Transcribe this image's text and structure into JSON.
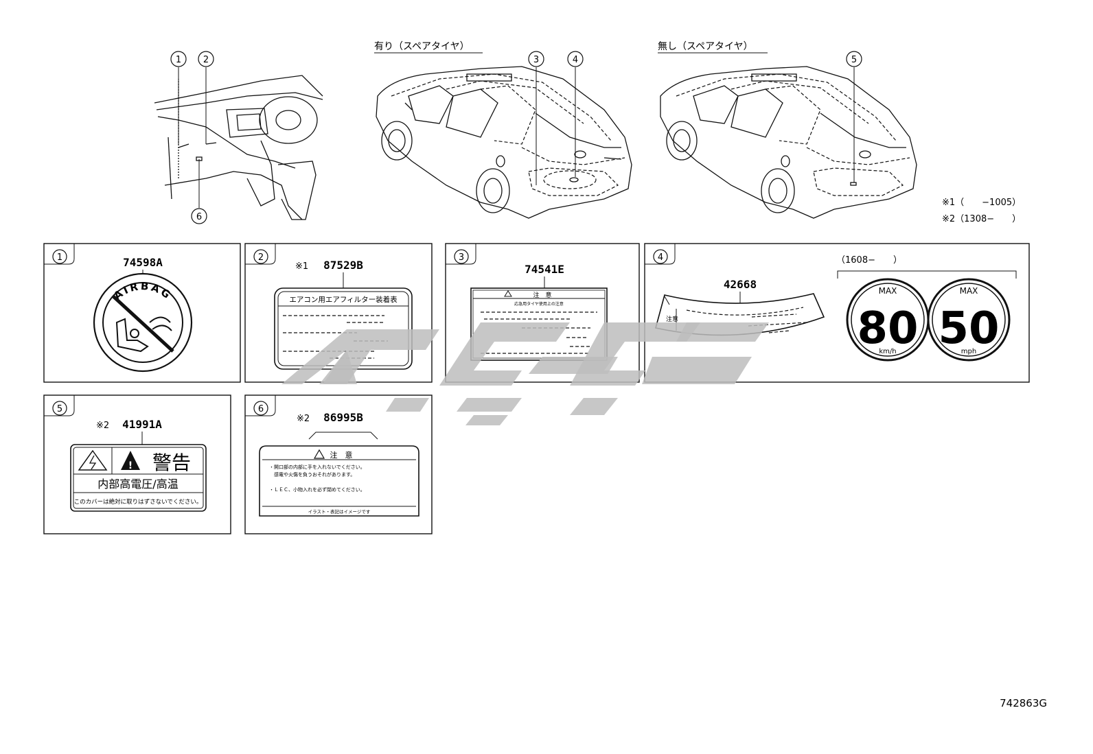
{
  "scenes": {
    "with_spare_label": "有り（スペアタイヤ）",
    "without_spare_label": "無し（スペアタイヤ）",
    "callouts": [
      "1",
      "2",
      "3",
      "4",
      "5",
      "6"
    ]
  },
  "notes": {
    "note1": "※1（　　−1005）",
    "note2": "※2（1308−　　）"
  },
  "labels": {
    "p1": {
      "num": "1",
      "code": "74598A",
      "text": "AIRBAG"
    },
    "p2": {
      "num": "2",
      "prefix": "※1",
      "code": "87529B",
      "header": "エアコン用エアフィルター装着表"
    },
    "p3": {
      "num": "3",
      "code": "74541E",
      "header": "注　意",
      "sub": "応急用タイヤ使用上の注意"
    },
    "p4": {
      "num": "4",
      "code": "42668",
      "side": "注意",
      "date": "（1608−　　）",
      "max1": "MAX",
      "v1": "80",
      "u1": "km/h",
      "max2": "MAX",
      "v2": "50",
      "u2": "mph"
    },
    "p5": {
      "num": "5",
      "prefix": "※2",
      "code": "41991A",
      "warn": "警告",
      "line1": "内部高電圧/高温",
      "line2": "このカバーは絶対に取りはずさないでください。"
    },
    "p6": {
      "num": "6",
      "prefix": "※2",
      "code": "86995B",
      "header": "注　意",
      "t1": "・開口部の内部に手を入れないでください。",
      "t2": "　感電や火傷を負うおそれがあります。",
      "t3": "・ＬＥＣ、小物入れを必ず閉めてください。",
      "t4": "イラスト・表記はイメージです"
    }
  },
  "figure_id": "742863G"
}
